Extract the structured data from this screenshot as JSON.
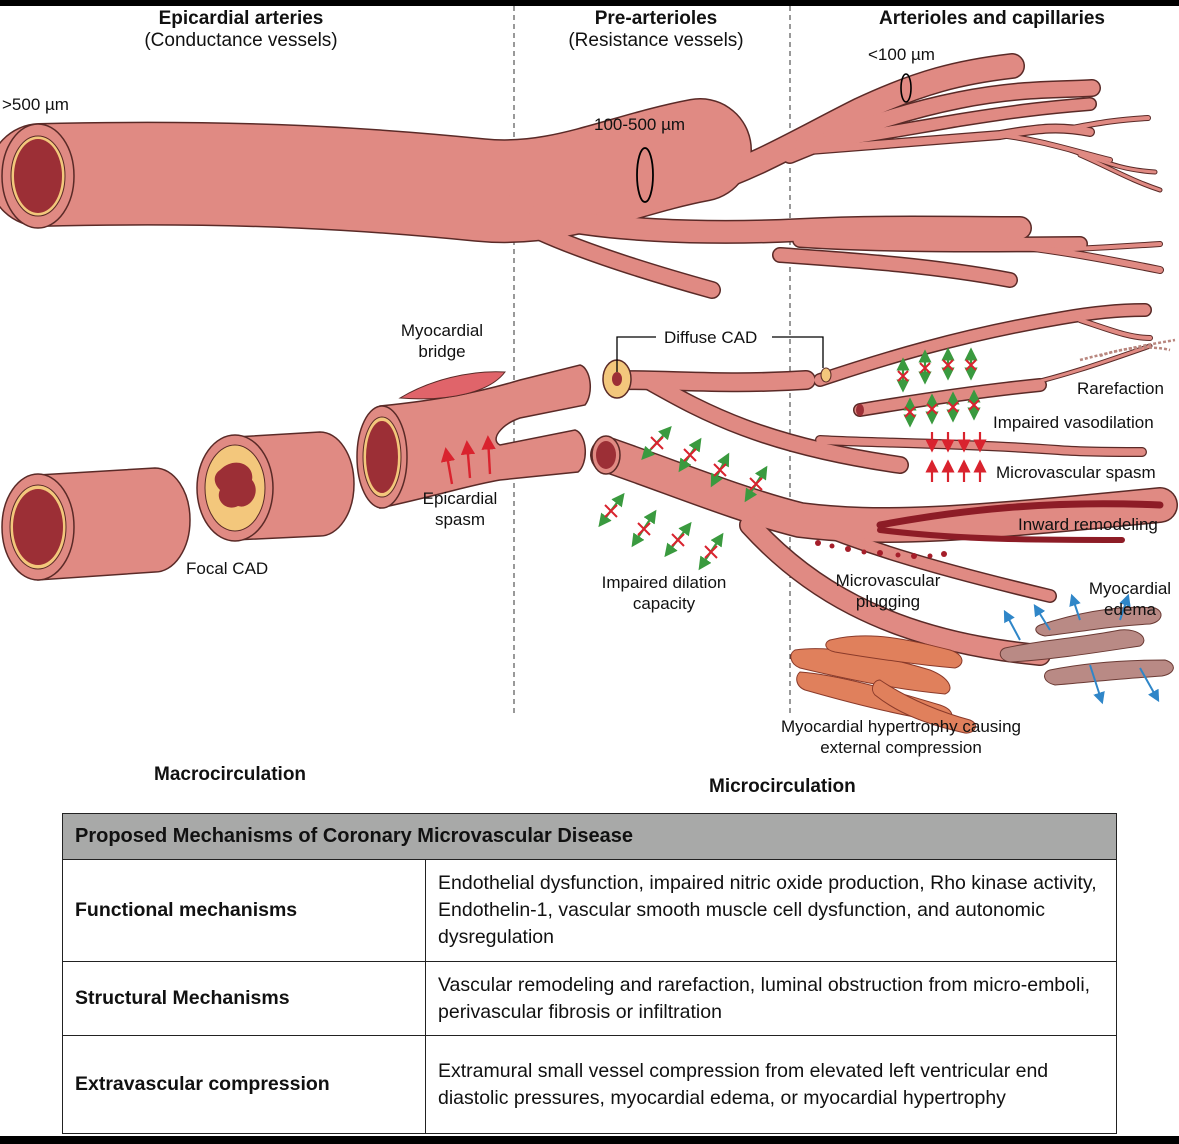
{
  "headers": {
    "epicardial": {
      "title": "Epicardial arteries",
      "subtitle": "(Conductance vessels)"
    },
    "prearterioles": {
      "title": "Pre-arterioles",
      "subtitle": "(Resistance vessels)"
    },
    "arterioles": {
      "title": "Arterioles and capillaries"
    }
  },
  "sizes": {
    "large": ">500 µm",
    "medium": "100-500 µm",
    "small": "<100 µm"
  },
  "labels": {
    "myocardial_bridge": "Myocardial bridge",
    "epicardial_spasm": "Epicardial spasm",
    "focal_cad": "Focal CAD",
    "diffuse_cad": "Diffuse CAD",
    "rarefaction": "Rarefaction",
    "impaired_vasodilation": "Impaired vasodilation",
    "microvascular_spasm": "Microvascular spasm",
    "inward_remodeling": "Inward remodeling",
    "microvascular_plugging": "Microvascular plugging",
    "myocardial_edema": "Myocardial edema",
    "impaired_dilation": "Impaired dilation capacity",
    "hypertrophy": "Myocardial hypertrophy causing external compression"
  },
  "sections": {
    "macro": "Macrocirculation",
    "micro": "Microcirculation"
  },
  "table": {
    "title": "Proposed Mechanisms of Coronary Microvascular Disease",
    "rows": [
      {
        "name": "Functional mechanisms",
        "desc": "Endothelial dysfunction, impaired nitric oxide production, Rho kinase activity, Endothelin-1, vascular smooth muscle cell dysfunction, and autonomic dysregulation"
      },
      {
        "name": "Structural Mechanisms",
        "desc": "Vascular remodeling and rarefaction, luminal obstruction from micro-emboli, perivascular fibrosis or infiltration"
      },
      {
        "name": "Extravascular compression",
        "desc": "Extramural small vessel compression from elevated left ventricular end diastolic pressures, myocardial edema, or myocardial hypertrophy"
      }
    ]
  },
  "colors": {
    "vessel": "#e08a83",
    "vessel_stroke": "#5a2a27",
    "lumen": "#9c2f36",
    "plaque": "#f3c77c",
    "red_arrow": "#d9232e",
    "green_arrow": "#3a9a3f",
    "blue_arrow": "#2f86c8",
    "table_header": "#a8a9a8"
  }
}
